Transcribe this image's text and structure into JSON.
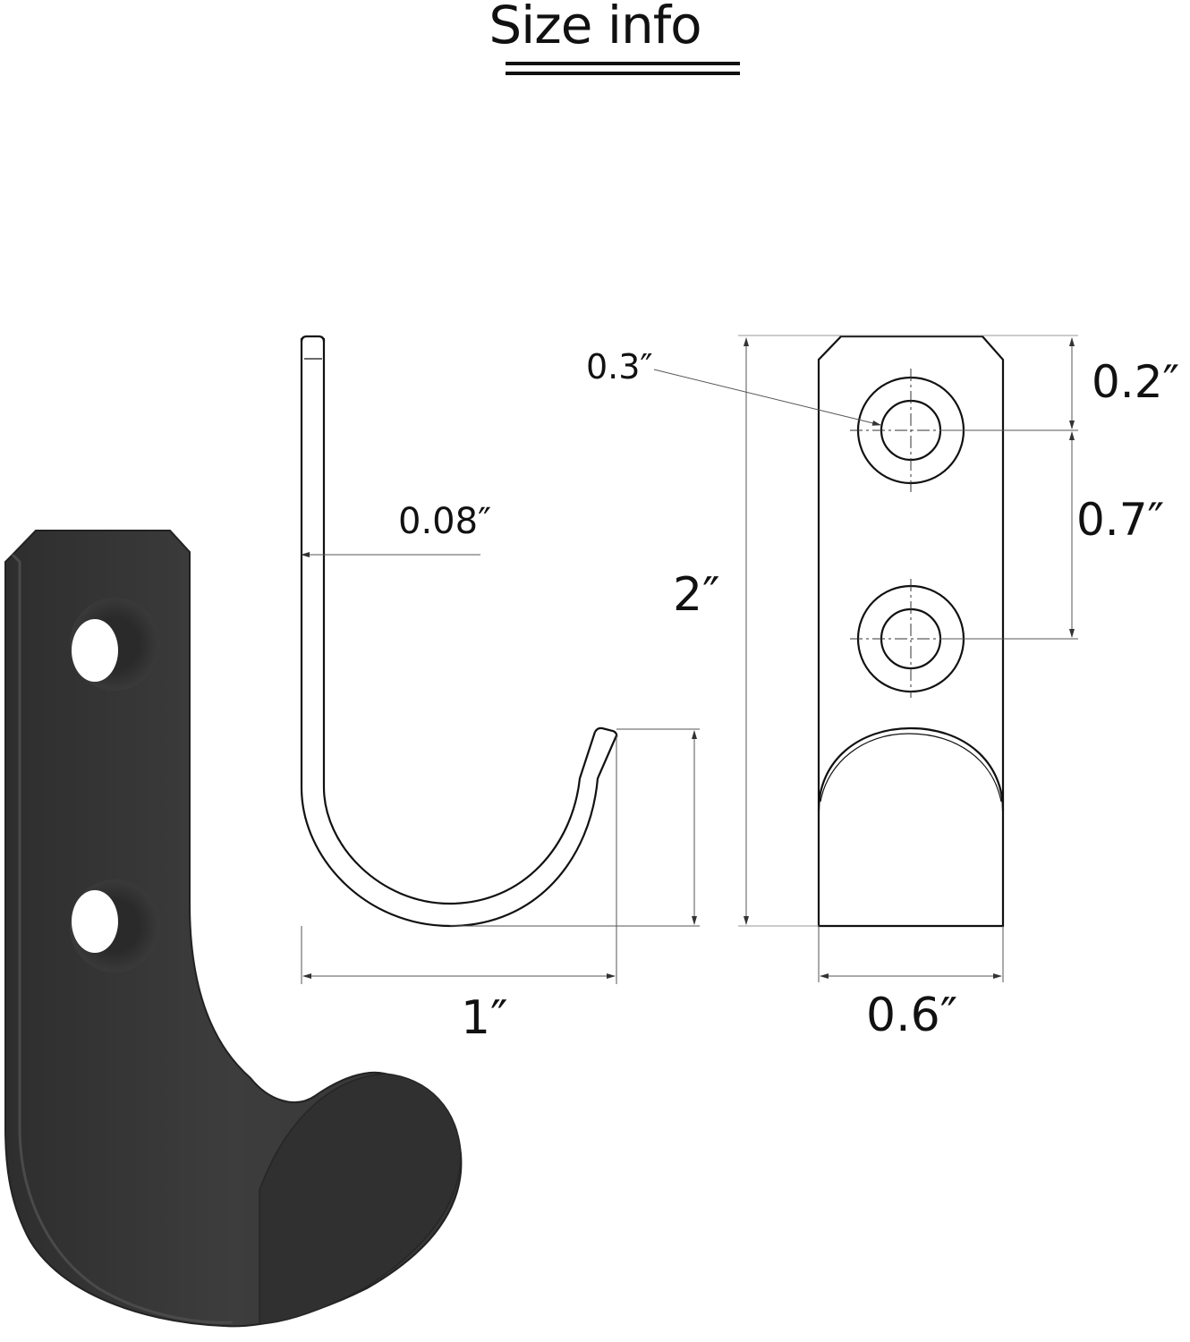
{
  "title": "Size info",
  "colors": {
    "line": "#111111",
    "dim_line": "#555555",
    "hook_fill": "#3a3a3a",
    "hook_edge": "#2a2a2a",
    "background": "#ffffff"
  },
  "side_view": {
    "thickness_label": "0.08″",
    "width_label": "1″"
  },
  "front_view": {
    "hole_label": "0.3″",
    "top_to_hole_label": "0.2″",
    "hole_spacing_label": "0.7″",
    "height_label": "2″",
    "width_label": "0.6″"
  },
  "product_render": {
    "description": "black metal J hook with two countersunk screw holes"
  }
}
